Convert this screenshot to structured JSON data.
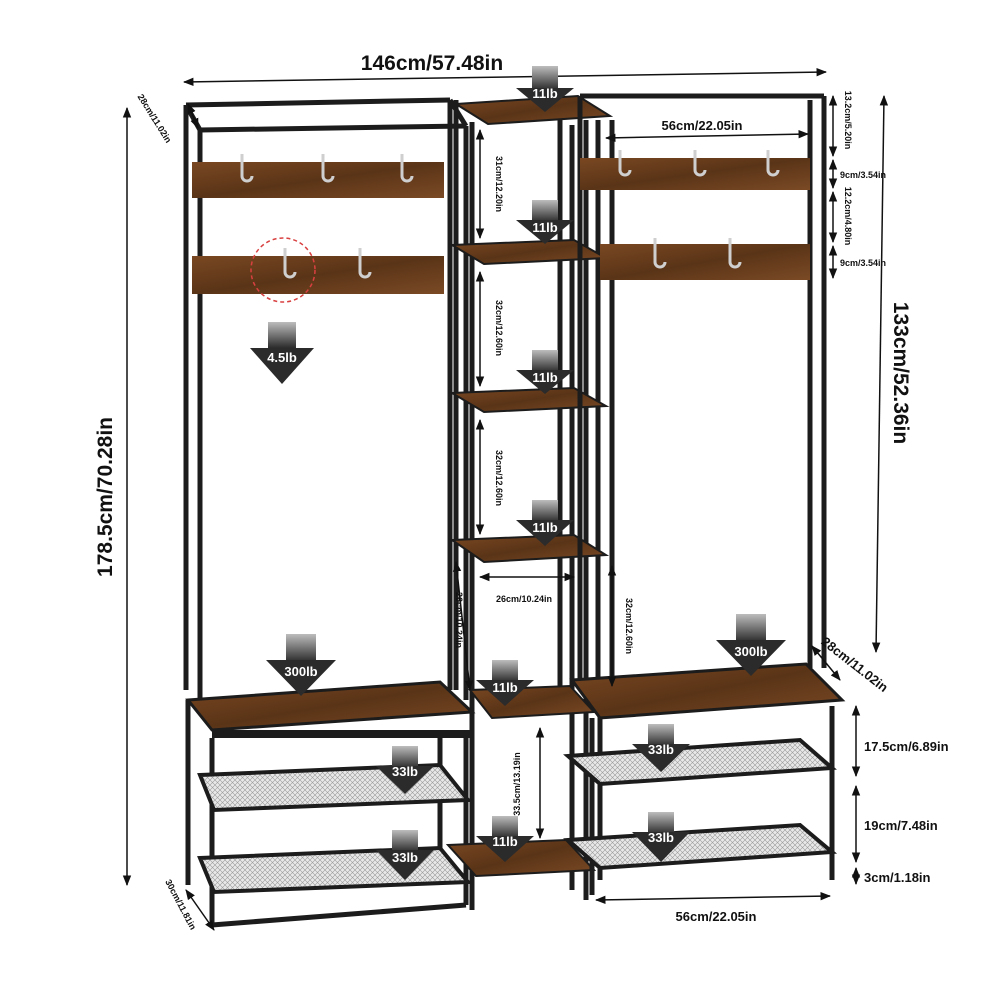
{
  "dimensions": {
    "total_width": "146cm/57.48in",
    "total_height": "178.5cm/70.28in",
    "side_height": "133cm/52.36in",
    "depth_top_left": "28cm/11.02in",
    "depth_bench_right": "28cm/11.02in",
    "depth_bottom_left": "30cm/11.81in",
    "right_width_top": "56cm/22.05in",
    "right_width_bottom": "56cm/22.05in",
    "center_width": "26cm/10.24in",
    "center_depth": "26cm/10.24in",
    "shelf_gap_1": "31cm/12.20in",
    "shelf_gap_2": "32cm/12.60in",
    "shelf_gap_3": "32cm/12.60in",
    "shelf_gap_4": "32cm/12.60in",
    "lower_center_gap": "33.5cm/13.19in",
    "top_gap": "13.2cm/5.20in",
    "hook_bar_1": "9cm/3.54in",
    "hook_gap": "12.2cm/4.80in",
    "hook_bar_2": "9cm/3.54in",
    "bench_gap": "17.5cm/6.89in",
    "shoe_gap": "19cm/7.48in",
    "foot_height": "3cm/1.18in"
  },
  "weights": {
    "hook": "4.5lb",
    "center_shelf_top": "11lb",
    "center_shelf_2": "11lb",
    "center_shelf_3": "11lb",
    "center_shelf_4": "11lb",
    "center_shelf_5": "11lb",
    "center_shelf_bottom": "11lb",
    "bench_left": "300lb",
    "bench_right": "300lb",
    "shoe_left_upper": "33lb",
    "shoe_left_lower": "33lb",
    "shoe_right_upper": "33lb",
    "shoe_right_lower": "33lb"
  },
  "colors": {
    "frame": "#1c1c1c",
    "wood": "#6b3e1c",
    "wood_dark": "#4a2a12",
    "mesh": "#d9d9d9",
    "arrow": "#3a3a3a",
    "highlight": "#d94040"
  }
}
